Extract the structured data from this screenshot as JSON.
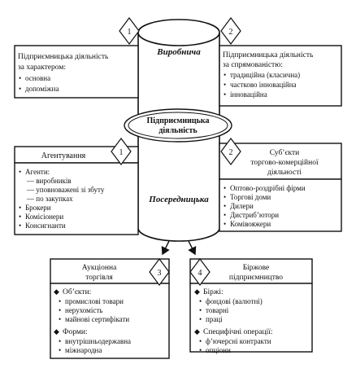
{
  "center": {
    "line1": "Підприємницька",
    "line2": "діяльність"
  },
  "cylinder": {
    "top_label": "Виробнича",
    "bottom_label": "Посередницька"
  },
  "box_production_character": {
    "badge": "1",
    "title_lines": [
      "Підприємницька діяльність",
      "за характером:"
    ],
    "items": [
      "основна",
      "допоміжна"
    ]
  },
  "box_production_direction": {
    "badge": "2",
    "title_lines": [
      "Підприємницька діяльність",
      "за спрямованістю:"
    ],
    "items": [
      "традиційна (класична)",
      "частково інноваційна",
      "інноваційна"
    ]
  },
  "box_agency": {
    "badge": "1",
    "header": "Агентування",
    "lines": [
      "Агенти:",
      "— виробників",
      "— уповноважені зі збуту",
      "— по закупках",
      "Брокери",
      "Комісіонери",
      "Консигнанти"
    ]
  },
  "box_subjects": {
    "badge": "2",
    "header_lines": [
      "Суб’єкти",
      "торгово-комерційної",
      "діяльності"
    ],
    "items": [
      "Оптово-роздрібні фірми",
      "Торгові доми",
      "Дилери",
      "Дистриб’ютори",
      "Комівояжери"
    ]
  },
  "box_auction": {
    "badge": "3",
    "header_lines": [
      "Аукціонна",
      "торгівля"
    ],
    "section1_title": "Об’єкти:",
    "section1_items": [
      "промислові товари",
      "нерухомість",
      "майнові сертифікати"
    ],
    "section2_title": "Форми:",
    "section2_items": [
      "внутрішньодержавна",
      "міжнародна"
    ]
  },
  "box_exchange": {
    "badge": "4",
    "header_lines": [
      "Біржове",
      "підприємництво"
    ],
    "section1_title": "Біржі:",
    "section1_items": [
      "фондові (валютні)",
      "товарні",
      "праці"
    ],
    "section2_title": "Специфічні операції:",
    "section2_items": [
      "ф’ючерсні контракти",
      "опціони"
    ]
  },
  "colors": {
    "line": "#111111",
    "background": "#ffffff"
  }
}
